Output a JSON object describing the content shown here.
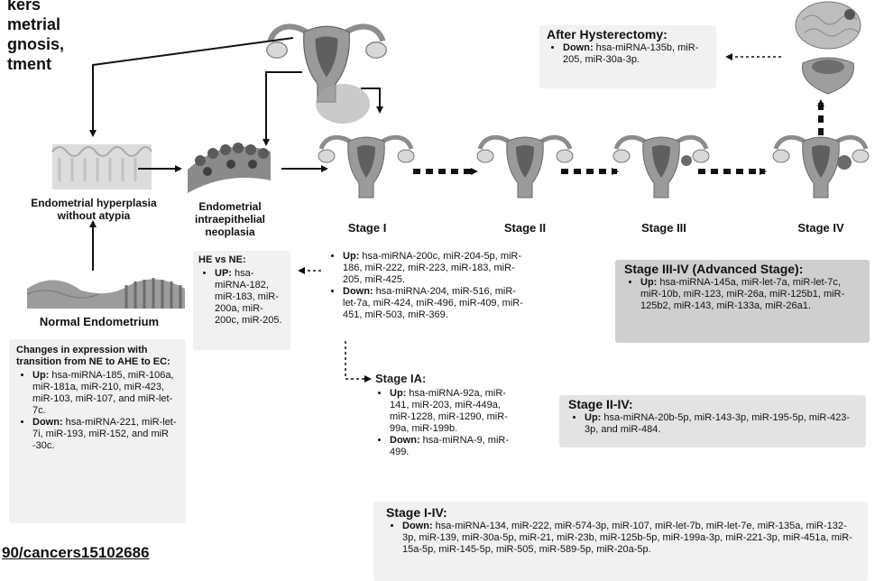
{
  "title_lines": [
    "kers",
    "metrial",
    "gnosis,",
    "tment"
  ],
  "doi": "90/cancers15102686",
  "illustrations": {
    "hyperplasia": "Endometrial hyperplasia without atypia",
    "neoplasia": "Endometrial intraepithelial neoplasia",
    "normal": "Normal Endometrium"
  },
  "stages": [
    "Stage I",
    "Stage II",
    "Stage III",
    "Stage IV"
  ],
  "stage_ia_title": "Stage IA:",
  "boxes": {
    "after_hysterectomy": {
      "title": "After Hysterectomy:",
      "items": [
        {
          "label": "Down:",
          "text": "hsa-miRNA-135b,  miR-205, miR-30a-3p."
        }
      ]
    },
    "he_vs_ne": {
      "title": "HE  vs NE:",
      "items": [
        {
          "label": "UP:",
          "text": "hsa-miRNA-182, miR-183, miR-200a, miR-200c, miR-205."
        }
      ]
    },
    "changes": {
      "title": "Changes in expression with transition from NE to AHE to EC:",
      "items": [
        {
          "label": "Up:",
          "text": "hsa-miRNA-185, miR-106a, miR-181a, miR-210, miR-423, miR-103, miR-107, and miR-let-7c."
        },
        {
          "label": "Down:",
          "text": "hsa-miRNA-221, miR-let-7i, miR-193, miR-152, and miR -30c."
        }
      ]
    },
    "stage_i": {
      "items": [
        {
          "label": "Up:",
          "text": "hsa-miRNA-200c, miR-204-5p, miR-186, miR-222, miR-223, miR-183, miR-205, miR-425."
        },
        {
          "label": "Down:",
          "text": "hsa-miRNA-204, miR-516, miR-let-7a, miR-424, miR-496, miR-409, miR-451, miR-503, miR-369."
        }
      ]
    },
    "stage_ia": {
      "items": [
        {
          "label": "Up:",
          "text": "hsa-miRNA-92a, miR-141, miR-203, miR-449a, miR-1228, miR-1290, miR-99a, miR-199b."
        },
        {
          "label": "Down:",
          "text": "hsa-miRNA-9, miR-499."
        }
      ]
    },
    "stage_iii_iv": {
      "title": "Stage III-IV (Advanced Stage):",
      "items": [
        {
          "label": "Up:",
          "text": "hsa-miRNA-145a, miR-let-7a, miR-let-7c, miR-10b, miR-123, miR-26a, miR-125b1, miR-125b2,  miR-143, miR-133a,  miR-26a1."
        }
      ]
    },
    "stage_ii_iv": {
      "title": "Stage II-IV:",
      "items": [
        {
          "label": "Up:",
          "text": "hsa-miRNA-20b-5p, miR-143-3p, miR-195-5p, miR-423-3p, and miR-484."
        }
      ]
    },
    "stage_i_iv": {
      "title": "Stage I-IV:",
      "items": [
        {
          "label": "Down:",
          "text": "hsa-miRNA-134,  miR-222, miR-574-3p, miR-107, miR-let-7b, miR-let-7e, miR-135a,  miR-132-3p,  miR-139, miR-30a-5p,  miR-21, miR-23b,  miR-125b-5p, miR-199a-3p, miR-221-3p, miR-451a, miR-15a-5p,  miR-145-5p,  miR-505, miR-589-5p,  miR-20a-5p."
        }
      ]
    }
  },
  "colors": {
    "box_light": "#f1f1f1",
    "box_mid": "#e3e3e3",
    "box_dark": "#cfcfcf",
    "arrow": "#111111",
    "uterus": "#8c8c8c",
    "ovary": "#d8d8d8"
  }
}
